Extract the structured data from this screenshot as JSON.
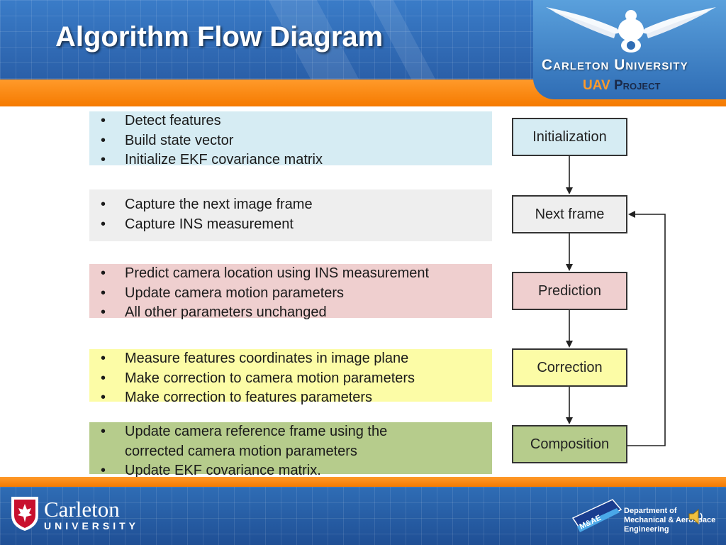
{
  "header": {
    "title": "Algorithm Flow Diagram",
    "university": "Carleton University",
    "project_accent": "UAV",
    "project_rest": "Project"
  },
  "steps": [
    {
      "label": "Initialization",
      "color": "#d6ecf3",
      "bullets": [
        "Detect features",
        "Build state vector",
        "Initialize EKF covariance matrix"
      ]
    },
    {
      "label": "Next frame",
      "color": "#eeeeee",
      "bullets": [
        "Capture the next image frame",
        "Capture INS measurement"
      ]
    },
    {
      "label": "Prediction",
      "color": "#efcfcf",
      "bullets": [
        "Predict camera location using INS measurement",
        "Update camera motion parameters",
        "All other parameters unchanged"
      ]
    },
    {
      "label": "Correction",
      "color": "#fcfca6",
      "bullets": [
        "Measure features coordinates in image plane",
        "Make correction to camera motion parameters",
        "Make correction to features parameters"
      ]
    },
    {
      "label": "Composition",
      "color": "#b6cc8c",
      "bullets": [
        "Update camera reference frame using the",
        "corrected camera motion parameters",
        "Update EKF covariance matrix."
      ]
    }
  ],
  "footer": {
    "logo_name": "Carleton",
    "logo_sub": "UNIVERSITY",
    "badge": "M&AE",
    "dept_line1": "Department of",
    "dept_line2": "Mechanical & Aerospace",
    "dept_line3": "Engineering"
  }
}
